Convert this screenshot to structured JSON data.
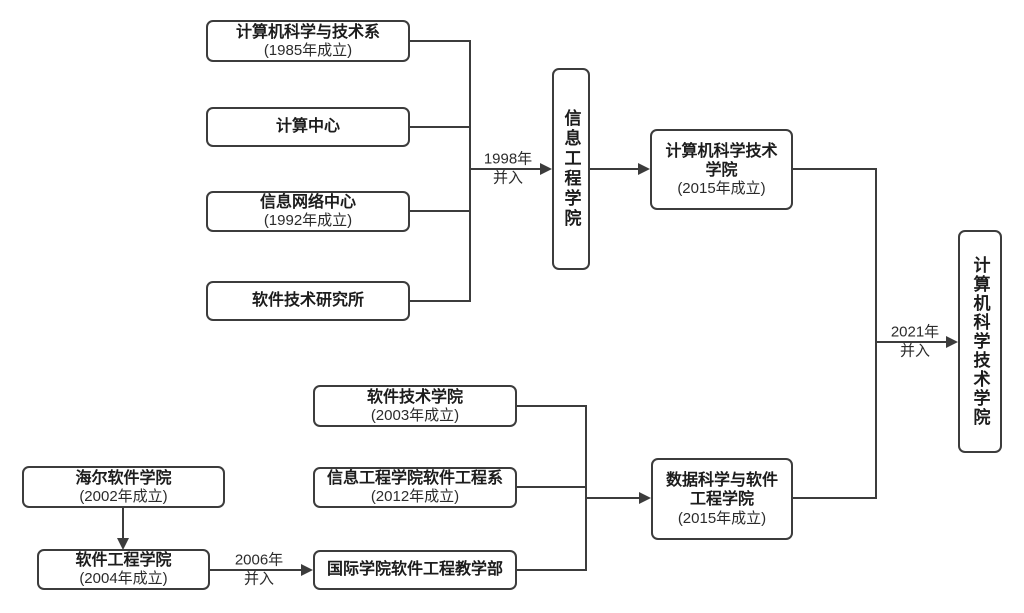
{
  "colors": {
    "background": "#ffffff",
    "line": "#3c3c3c",
    "border": "#3c3c3c",
    "title_text": "#1c1c1c",
    "subtitle_text": "#2b2b2b"
  },
  "nodes": {
    "cs_and_tech_dept": {
      "title": "计算机科学与技术系",
      "subtitle": "(1985年成立)"
    },
    "computing_center": {
      "title": "计算中心"
    },
    "info_network_center": {
      "title": "信息网络中心",
      "subtitle": "(1992年成立)"
    },
    "software_tech_institute": {
      "title": "软件技术研究所"
    },
    "info_engineering_college": {
      "title": "信息工程学院"
    },
    "cs_tech_college_2015": {
      "title": "计算机科学技术学院",
      "subtitle": "(2015年成立)"
    },
    "haier_software_college": {
      "title": "海尔软件学院",
      "subtitle": "(2002年成立)"
    },
    "software_engineering_college": {
      "title": "软件工程学院",
      "subtitle": "(2004年成立)"
    },
    "software_tech_college": {
      "title": "软件技术学院",
      "subtitle": "(2003年成立)"
    },
    "info_eng_college_se_dept": {
      "title": "信息工程学院软件工程系",
      "subtitle": "(2012年成立)"
    },
    "intl_college_se_teaching_dept": {
      "title": "国际学院软件工程教学部"
    },
    "data_science_se_college": {
      "title": "数据科学与软件工程学院",
      "subtitle": "(2015年成立)"
    },
    "cs_tech_college_final": {
      "title": "计算机科学技术学院"
    }
  },
  "edge_labels": {
    "merge_1998": {
      "year": "1998年",
      "action": "并入"
    },
    "merge_2006": {
      "year": "2006年",
      "action": "并入"
    },
    "merge_2021": {
      "year": "2021年",
      "action": "并入"
    }
  }
}
